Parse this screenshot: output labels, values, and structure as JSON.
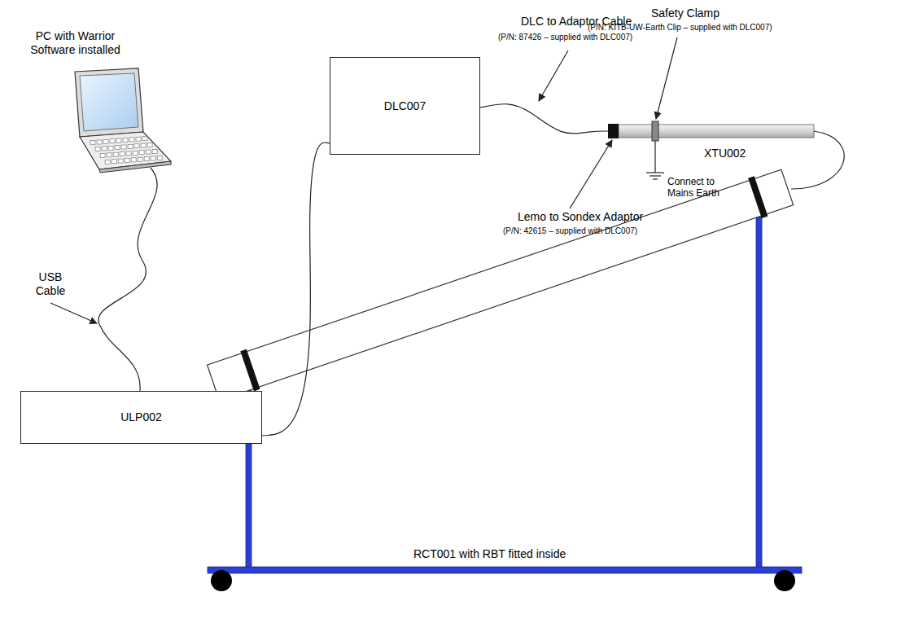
{
  "diagram": {
    "nodes": [
      {
        "text": [
          "DLC007"
        ]
      },
      {
        "text": [
          "XTU002"
        ]
      },
      {
        "text": [
          "ULP002"
        ]
      }
    ],
    "edges": [
      {
        "from": 2,
        "to": 0,
        "arrow": "none"
      },
      {
        "from": 0,
        "to": 1,
        "arrow": "none"
      }
    ],
    "labels": [
      "PC with Warrior Software installed",
      "USB Cable",
      "DLC to Adaptor Cable",
      "(P/N: 87426 – supplied with DLC007)",
      "Safety Clamp",
      "(P/N: KITB-UW-Earth Clip – supplied with DLC007)",
      "Connect to Mains Earth",
      "Lemo to Sondex Adaptor",
      "(P/N: 42615 – supplied with DLC007)",
      "RCT001 with RBT fitted inside"
    ]
  }
}
